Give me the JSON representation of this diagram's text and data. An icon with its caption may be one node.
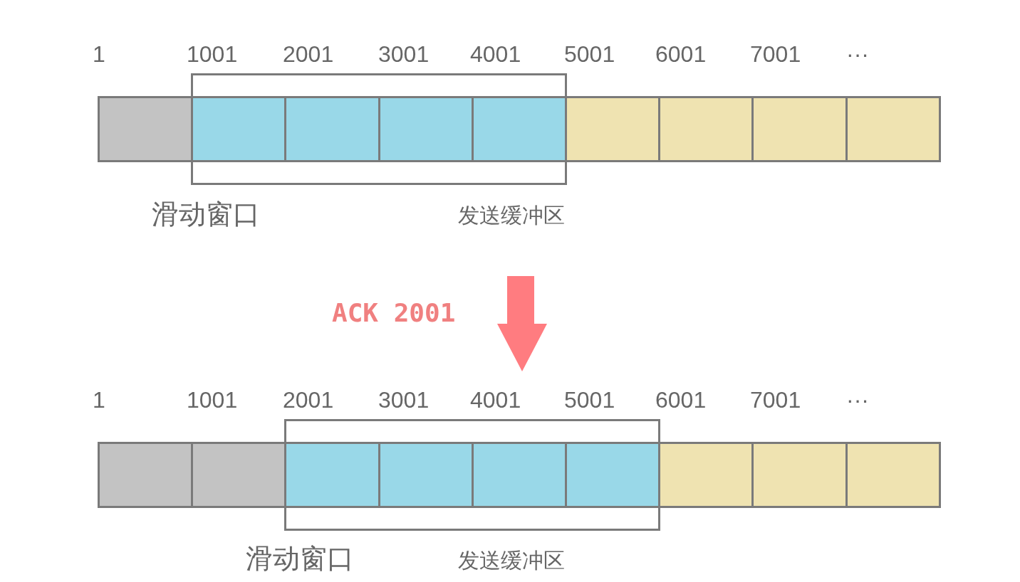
{
  "diagram": {
    "nodes": [
      {
        "text": [],
        "shape": "box"
      },
      {
        "text": [],
        "shape": "box"
      },
      {
        "text": [],
        "shape": "box",
        "in": 1
      },
      {
        "text": [],
        "shape": "box",
        "in": 1
      },
      {
        "text": [],
        "shape": "box",
        "in": 1
      },
      {
        "text": [],
        "shape": "box",
        "in": 1
      },
      {
        "text": [],
        "shape": "box"
      },
      {
        "text": [],
        "shape": "box"
      },
      {
        "text": [],
        "shape": "box"
      },
      {
        "text": [],
        "shape": "box"
      },
      {
        "text": [],
        "shape": "box"
      },
      {
        "text": [],
        "shape": "box"
      },
      {
        "text": [],
        "shape": "box"
      },
      {
        "text": [],
        "shape": "box",
        "in": 12
      },
      {
        "text": [],
        "shape": "box",
        "in": 12
      },
      {
        "text": [],
        "shape": "box",
        "in": 12
      },
      {
        "text": [],
        "shape": "box",
        "in": 12
      },
      {
        "text": [],
        "shape": "box"
      },
      {
        "text": [],
        "shape": "box"
      },
      {
        "text": [],
        "shape": "box"
      }
    ],
    "edges": [],
    "labels": [
      "1",
      "1001",
      "2001",
      "3001",
      "4001",
      "5001",
      "6001",
      "7001",
      "···",
      "滑动窗口",
      "发送缓冲区",
      "ACK 2001",
      "1",
      "1001",
      "2001",
      "3001",
      "4001",
      "5001",
      "6001",
      "7001",
      "···",
      "滑动窗口",
      "发送缓冲区"
    ]
  }
}
